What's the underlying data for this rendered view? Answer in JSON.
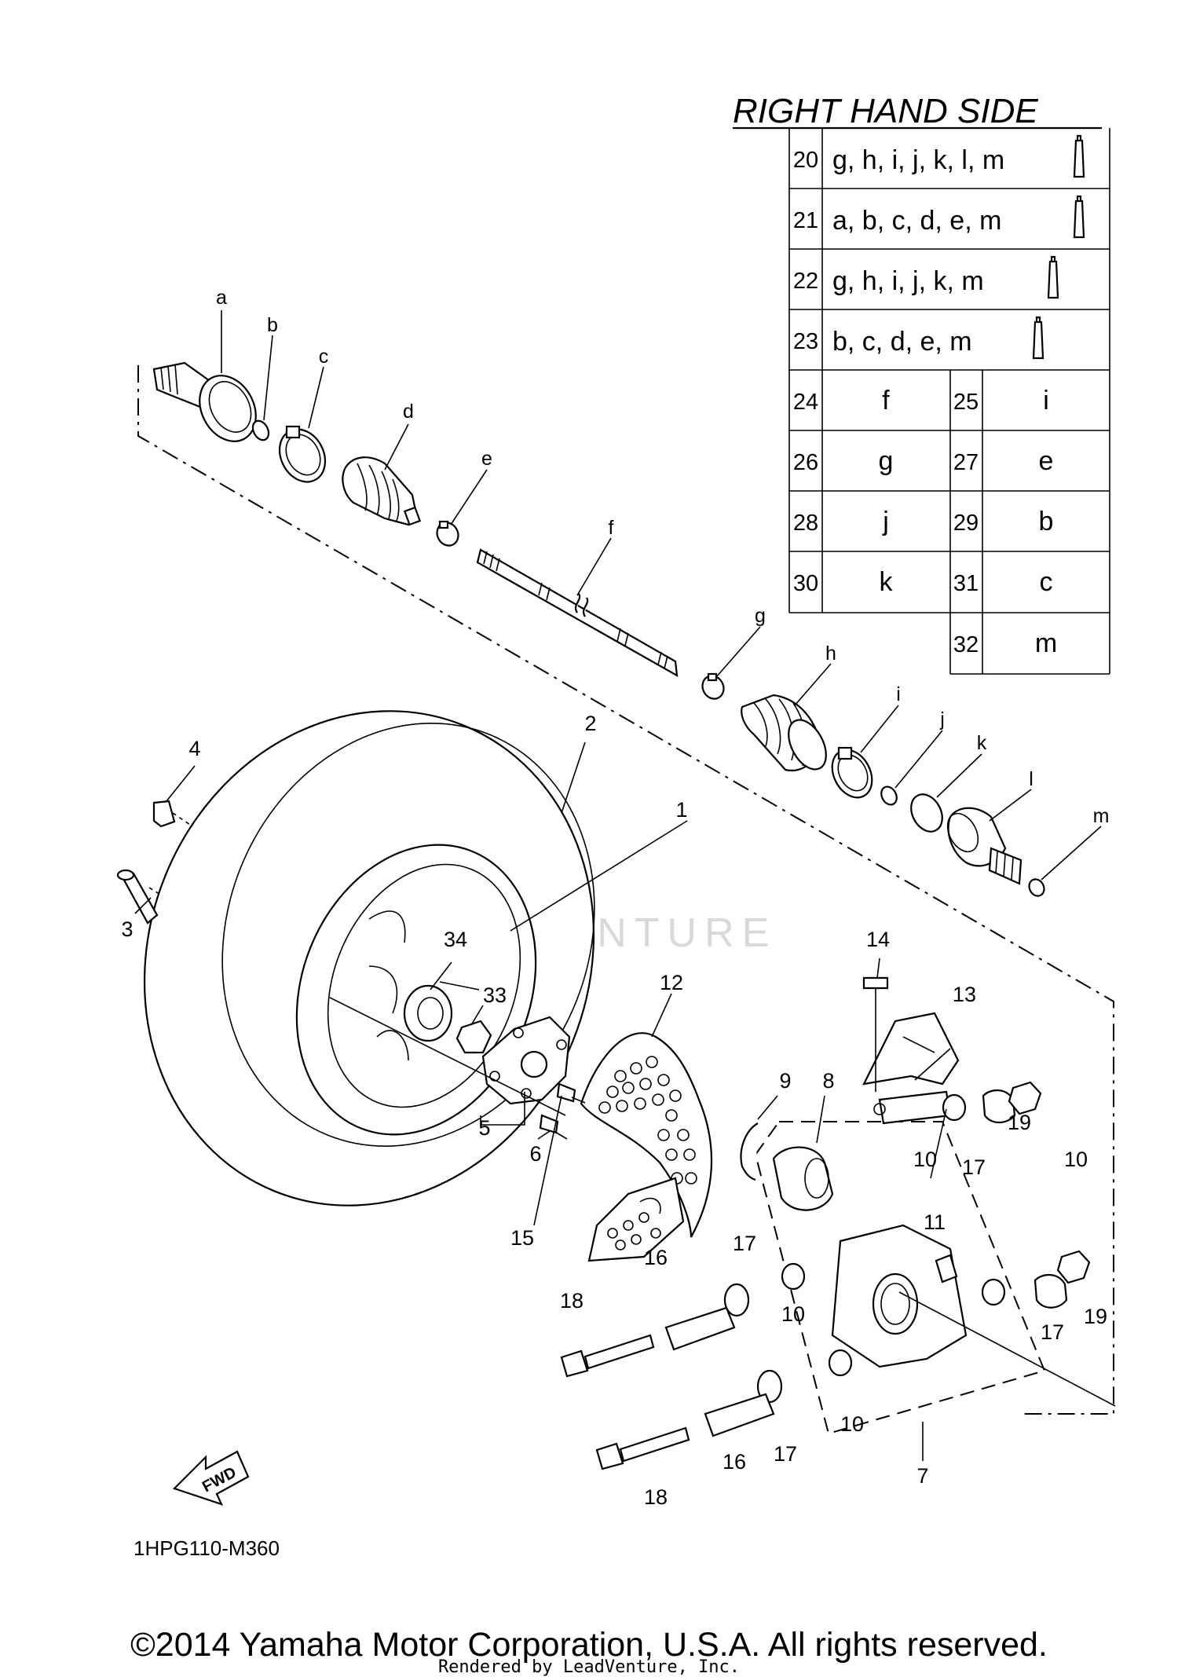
{
  "diagram": {
    "title": "RIGHT HAND SIDE",
    "code": "1HPG110-M360",
    "fwd_label": "FWD",
    "watermark": "LEADVENTURE",
    "copyright": "©2014 Yamaha Motor Corporation, U.S.A. All rights reserved.",
    "rendered_by": "Rendered by LeadVenture, Inc."
  },
  "kit_rows": [
    {
      "num": "20",
      "parts": "g, h, i, j, k, l, m"
    },
    {
      "num": "21",
      "parts": "a, b, c, d, e, m"
    },
    {
      "num": "22",
      "parts": "g, h, i, j, k, m"
    },
    {
      "num": "23",
      "parts": "b, c, d, e, m"
    }
  ],
  "pair_rows": [
    {
      "n1": "24",
      "p1": "f",
      "n2": "25",
      "p2": "i"
    },
    {
      "n1": "26",
      "p1": "g",
      "n2": "27",
      "p2": "e"
    },
    {
      "n1": "28",
      "p1": "j",
      "n2": "29",
      "p2": "b"
    },
    {
      "n1": "30",
      "p1": "k",
      "n2": "31",
      "p2": "c"
    },
    {
      "n1": "",
      "p1": "",
      "n2": "32",
      "p2": "m"
    }
  ],
  "letters": [
    "a",
    "b",
    "c",
    "d",
    "e",
    "f",
    "g",
    "h",
    "i",
    "j",
    "k",
    "l",
    "m"
  ],
  "callouts": [
    "1",
    "2",
    "3",
    "4",
    "5",
    "6",
    "7",
    "8",
    "9",
    "10",
    "10",
    "10",
    "10",
    "11",
    "12",
    "13",
    "14",
    "15",
    "16",
    "16",
    "17",
    "17",
    "17",
    "17",
    "18",
    "18",
    "19",
    "19",
    "33",
    "34"
  ]
}
